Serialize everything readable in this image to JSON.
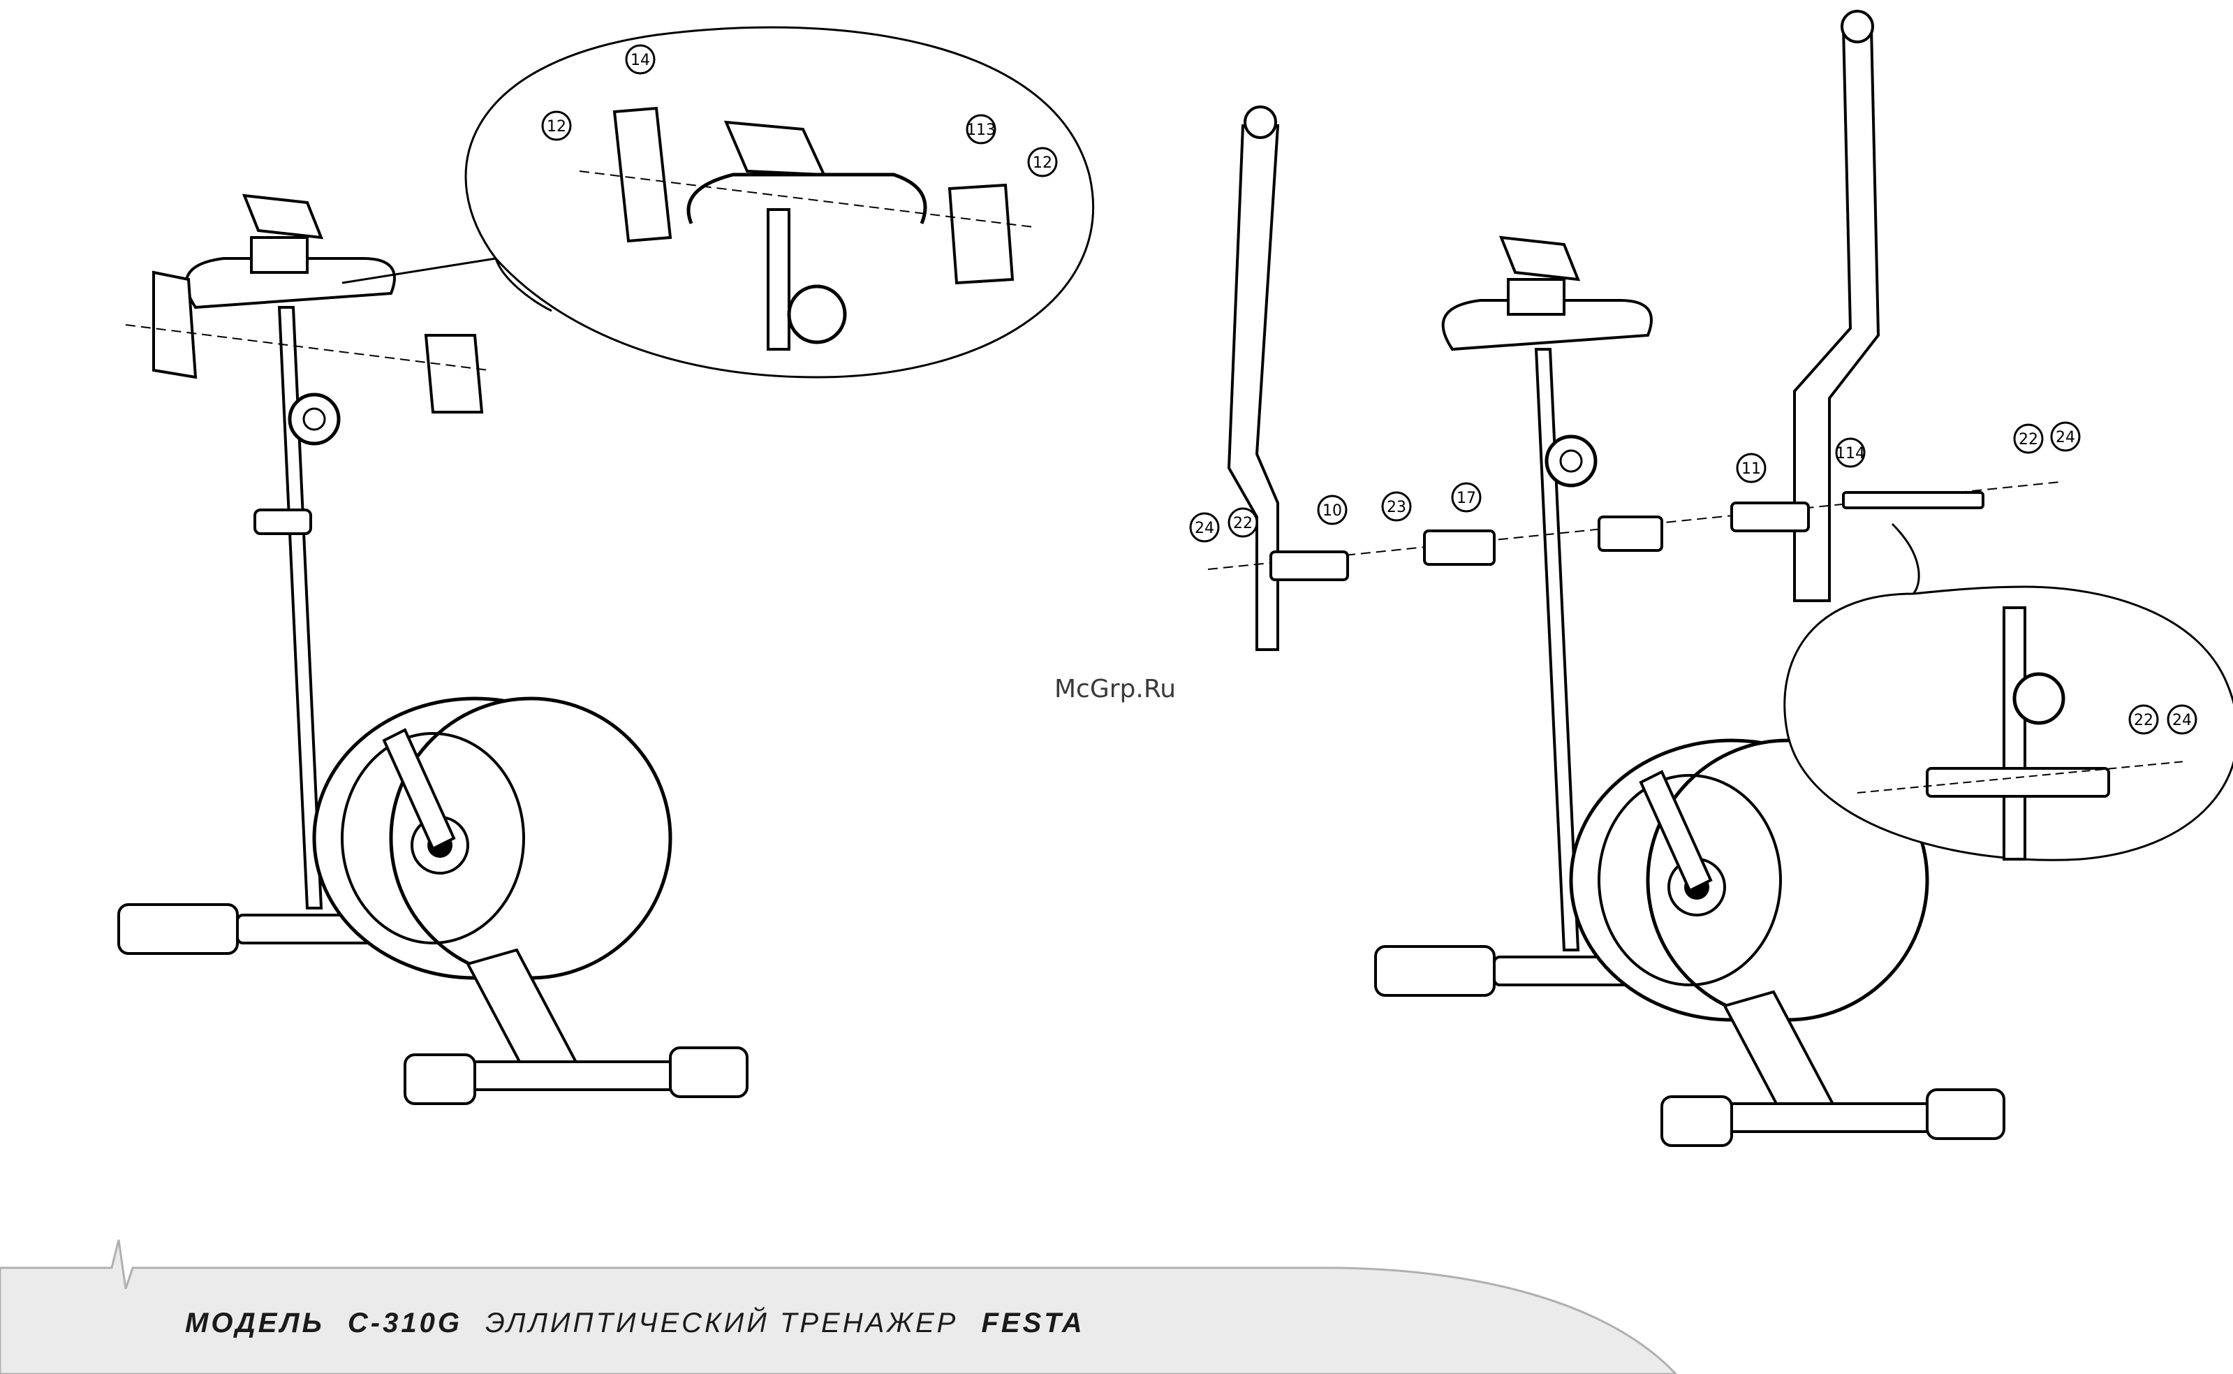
{
  "watermark": "McGrp.Ru",
  "footer": {
    "model_label": "МОДЕЛЬ",
    "model_code": "C-310G",
    "product": "ЭЛЛИПТИЧЕСКИЙ ТРЕНАЖЕР",
    "brand": "FESTA"
  },
  "callouts_left_inset": {
    "c1": "14",
    "c2": "12",
    "c3": "113",
    "c4": "12"
  },
  "callouts_right": {
    "c1": "24",
    "c2": "22",
    "c3": "10",
    "c4": "23",
    "c5": "17",
    "c6": "11",
    "c7": "114",
    "c8": "22",
    "c9": "24"
  },
  "callouts_right_inset": {
    "c1": "22",
    "c2": "24"
  }
}
